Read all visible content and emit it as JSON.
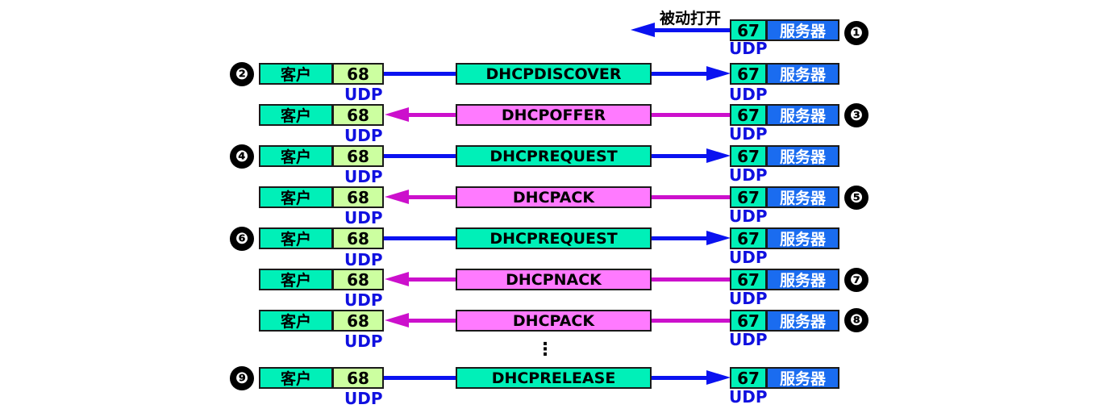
{
  "labels": {
    "client": "客户",
    "server": "服务器",
    "client_port": "68",
    "server_port": "67",
    "udp": "UDP",
    "passive_open": "被动打开",
    "ellipsis": "⋮"
  },
  "colors": {
    "to_server_arrow": "#0a12f0",
    "to_client_arrow": "#cc10cc",
    "client_box": "#00f0b8",
    "client_port_box": "#ccffa0",
    "server_box": "#1a6cf0",
    "to_server_message": "#00f0b8",
    "to_client_message": "#ff7aff"
  },
  "steps": [
    {
      "number": "❶",
      "message": "",
      "direction": "passive-open",
      "number_side": "right"
    },
    {
      "number": "❷",
      "message": "DHCPDISCOVER",
      "direction": "to-server",
      "number_side": "left"
    },
    {
      "number": "❸",
      "message": "DHCPOFFER",
      "direction": "to-client",
      "number_side": "right"
    },
    {
      "number": "❹",
      "message": "DHCPREQUEST",
      "direction": "to-server",
      "number_side": "left"
    },
    {
      "number": "❺",
      "message": "DHCPACK",
      "direction": "to-client",
      "number_side": "right"
    },
    {
      "number": "❻",
      "message": "DHCPREQUEST",
      "direction": "to-server",
      "number_side": "left"
    },
    {
      "number": "❼",
      "message": "DHCPNACK",
      "direction": "to-client",
      "number_side": "right"
    },
    {
      "number": "❽",
      "message": "DHCPACK",
      "direction": "to-client",
      "number_side": "right"
    },
    {
      "number": "❾",
      "message": "DHCPRELEASE",
      "direction": "to-server",
      "number_side": "left"
    }
  ]
}
